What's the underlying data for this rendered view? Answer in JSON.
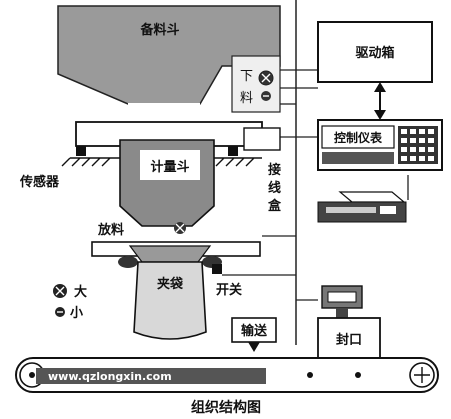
{
  "title": "组织结构图",
  "watermark": "www.qzlongxin.com",
  "labels": {
    "hopper": "备料斗",
    "feed_top": "下",
    "feed_bottom": "料",
    "drive_box": "驱动箱",
    "controller": "控制仪表",
    "weigh_hopper": "计量斗",
    "sensor": "传感器",
    "junction": [
      "接",
      "线",
      "盒"
    ],
    "discharge": "放料",
    "clamp_bag": "夹袋",
    "switch": "开关",
    "big": "大",
    "small": "小",
    "conveyor": "输送",
    "sealer": "封口"
  },
  "colors": {
    "ink": "#111111",
    "gray_dark": "#555555",
    "gray_mid": "#8a8a8a",
    "gray_light": "#cfcfcf",
    "paper": "#ffffff"
  }
}
